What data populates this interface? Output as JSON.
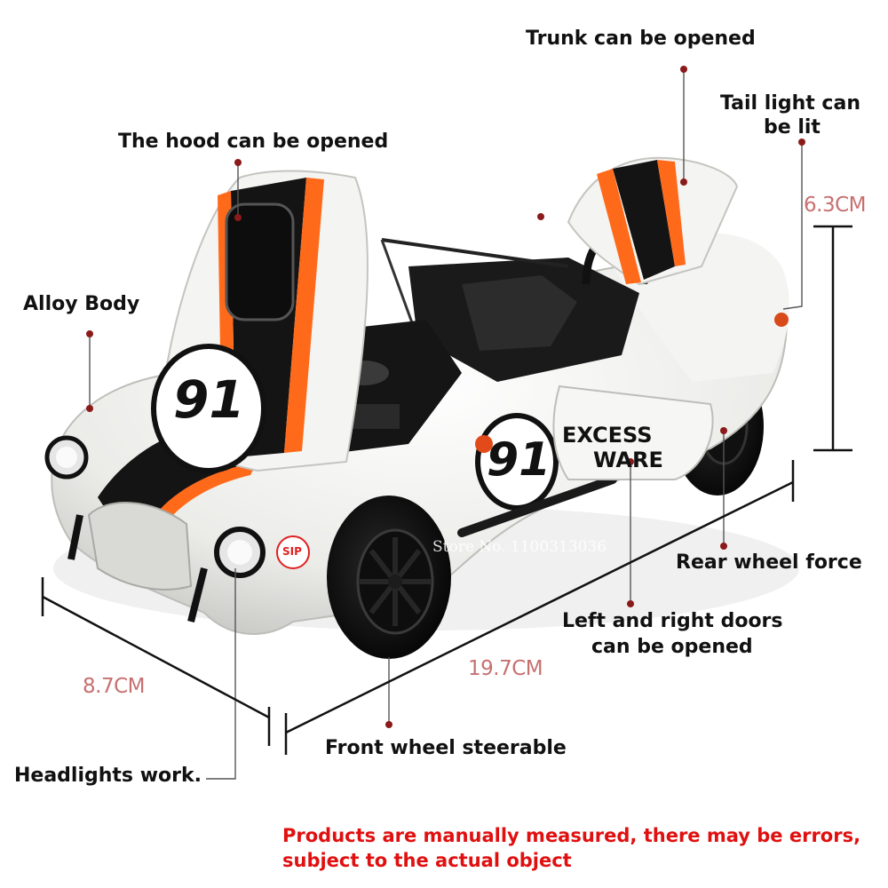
{
  "labels": {
    "trunk": "Trunk can be opened",
    "tail_light_line1": "Tail light can",
    "tail_light_line2": "be lit",
    "hood": "The hood can be opened",
    "alloy_body": "Alloy Body",
    "rear_wheel": "Rear wheel force",
    "doors_line1": "Left and right doors",
    "doors_line2": "can be opened",
    "front_wheel": "Front wheel steerable",
    "headlights": "Headlights work."
  },
  "dimensions": {
    "height": "6.3CM",
    "width": "8.7CM",
    "length": "19.7CM"
  },
  "car_decals": {
    "race_number": "91",
    "side_text_line1": "EXCESS",
    "side_text_line2": "WARE",
    "sponsor": "SIP"
  },
  "watermark": "Store No. 1100313036",
  "disclaimer": "Products are manually measured, there may be errors, subject to the actual object",
  "colors": {
    "label_text": "#111111",
    "dimension_text": "#c77070",
    "disclaimer_text": "#e01010",
    "callout_dot": "#8b1a1a",
    "car_body": "#f2f2f0",
    "stripe_black": "#141414",
    "stripe_orange": "#ff6a1a"
  }
}
